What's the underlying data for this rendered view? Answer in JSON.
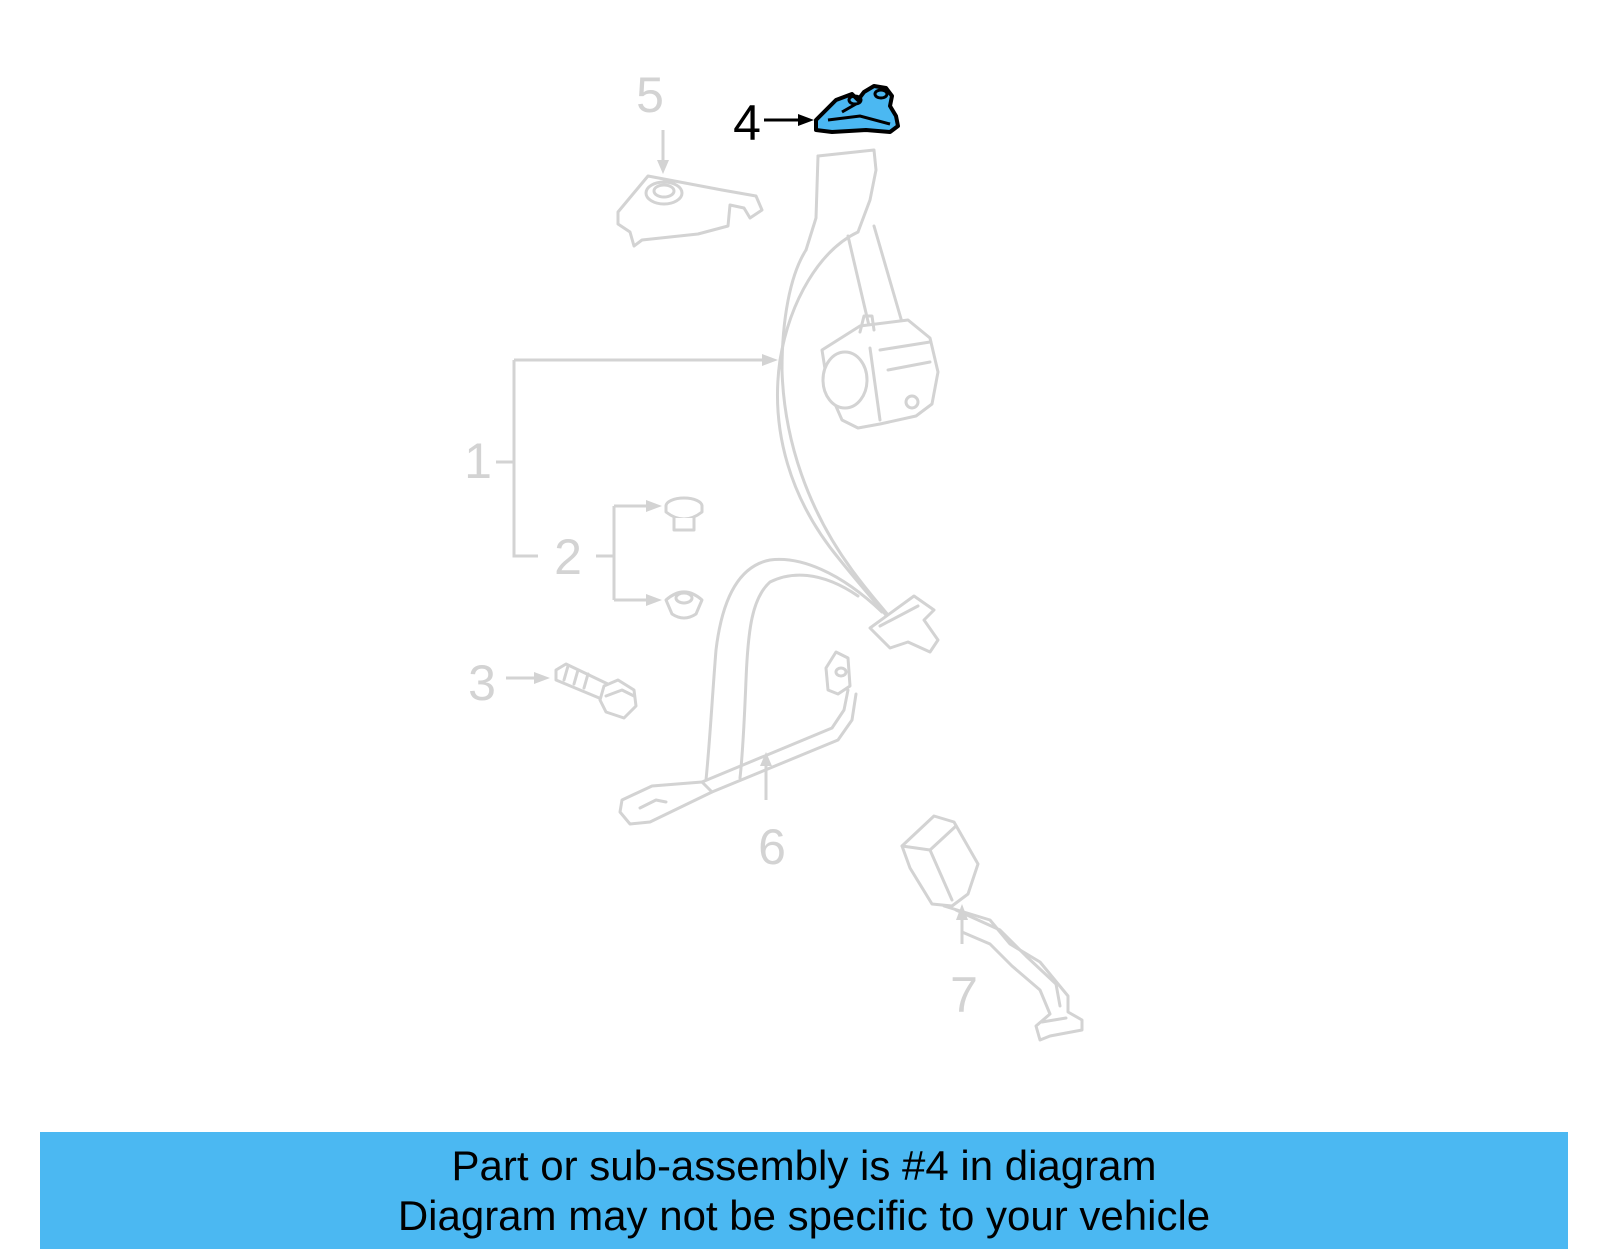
{
  "diagram": {
    "highlighted_part": "4",
    "highlight_color": "#4bb8f2",
    "callouts": [
      {
        "label": "1"
      },
      {
        "label": "2"
      },
      {
        "label": "3"
      },
      {
        "label": "4"
      },
      {
        "label": "5"
      },
      {
        "label": "6"
      },
      {
        "label": "7"
      }
    ]
  },
  "banner": {
    "line1": "Part or sub-assembly is #4 in diagram",
    "line2": "Diagram may not be specific to your vehicle",
    "background": "#4bb8f2"
  }
}
